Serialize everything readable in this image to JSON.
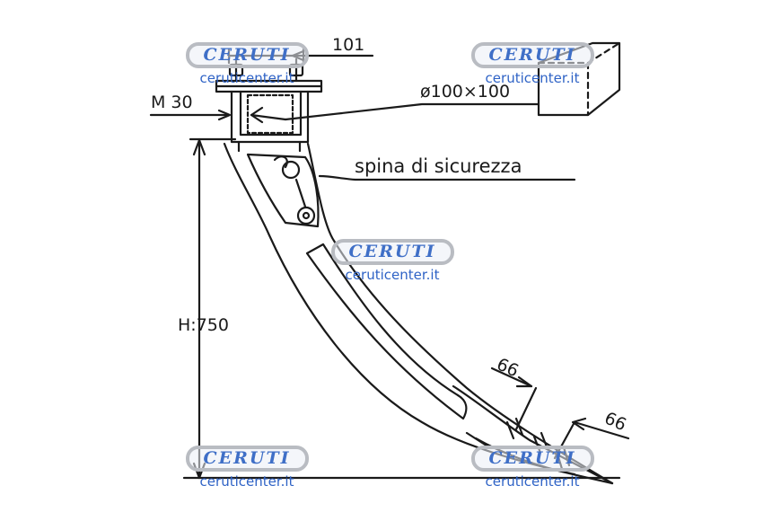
{
  "dimensions": {
    "width_top": "101",
    "square_section": "ø100×100",
    "bolt": "M 30",
    "height": "H:750",
    "point_width_1": "66",
    "point_width_2": "66"
  },
  "labels": {
    "safety_pin": "spina di sicurezza"
  },
  "watermarks": [
    {
      "brand": "CERUTI",
      "url": "ceruticenter.it"
    },
    {
      "brand": "CERUTI",
      "url": "ceruticenter.it"
    },
    {
      "brand": "CERUTI",
      "url": "ceruticenter.it"
    },
    {
      "brand": "CERUTI",
      "url": "ceruticenter.it"
    },
    {
      "brand": "CERUTI",
      "url": "ceruticenter.it"
    }
  ],
  "colors": {
    "ink": "#1a1a1a",
    "watermark_brand": "#3f6fc7",
    "watermark_border": "#b9bcc2"
  }
}
